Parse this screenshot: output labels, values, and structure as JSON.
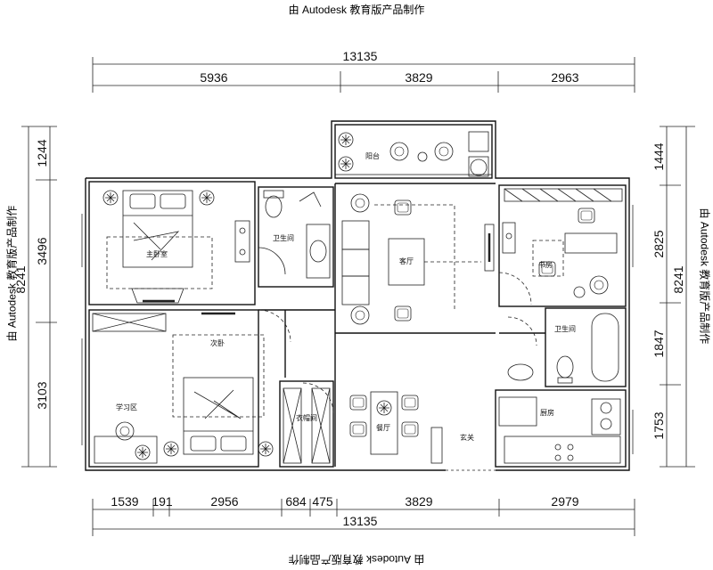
{
  "watermark": "由 Autodesk 教育版产品制作",
  "dimensions": {
    "top_total": "13135",
    "top_segments": [
      "5936",
      "3829",
      "2963"
    ],
    "bottom_total": "13135",
    "bottom_segments": [
      "1539",
      "191",
      "2956",
      "684",
      "475",
      "3829",
      "2979"
    ],
    "left_total": "8241",
    "left_segments": [
      "1244",
      "3496",
      "3103"
    ],
    "right_total": "8241",
    "right_segments": [
      "1444",
      "2825",
      "1847",
      "1753"
    ]
  },
  "rooms": {
    "balcony": "阳台",
    "master_bedroom": "主卧室",
    "bathroom_1": "卫生间",
    "living_room": "客厅",
    "study_room": "书房",
    "bathroom_2": "卫生间",
    "second_bedroom": "次卧",
    "study_area": "学习区",
    "closet": "衣帽间",
    "dining_room": "餐厅",
    "entrance": "玄关",
    "kitchen": "厨房"
  }
}
